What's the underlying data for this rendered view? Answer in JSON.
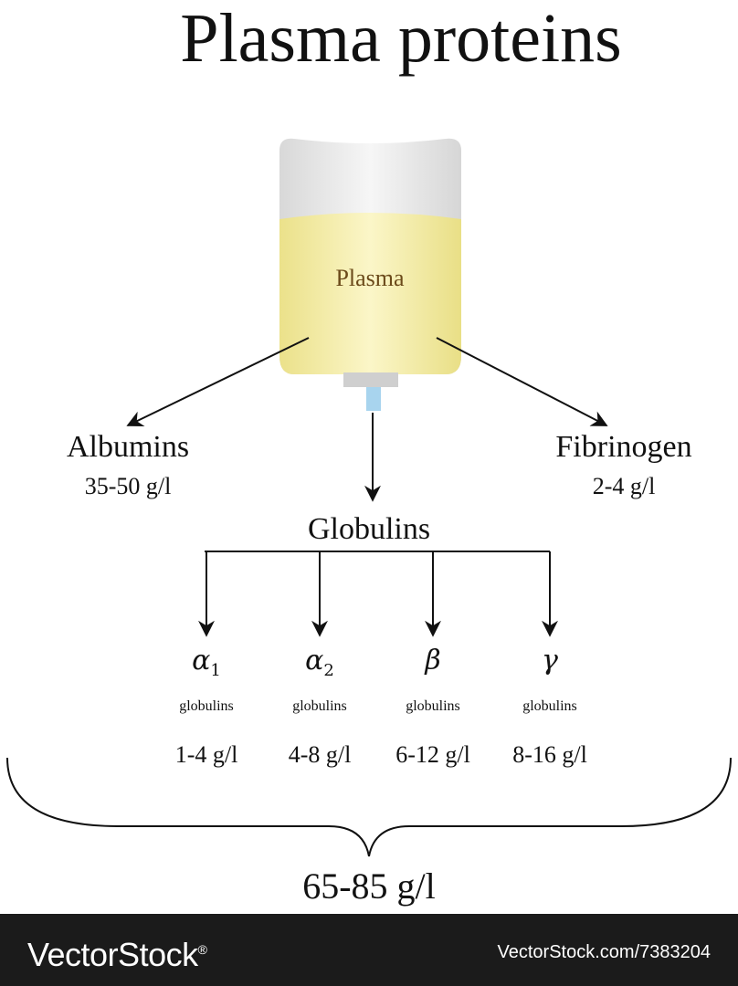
{
  "title": "Plasma proteins",
  "container_label": "Plasma",
  "colors": {
    "plasma_fill": "#f4ec9c",
    "bag": "#e6e6e6",
    "tube": "#a8d4ee",
    "text": "#111111",
    "plasma_text": "#6b4a1a",
    "footer_bg": "#1b1b1b"
  },
  "fractions": {
    "albumins": {
      "name": "Albumins",
      "range": "35-50 g/l"
    },
    "fibrinogen": {
      "name": "Fibrinogen",
      "range": "2-4 g/l"
    },
    "globulins": {
      "name": "Globulins"
    }
  },
  "globulin_subtypes": [
    {
      "symbol": "α",
      "subscript": "1",
      "label": "globulins",
      "range": "1-4 g/l"
    },
    {
      "symbol": "α",
      "subscript": "2",
      "label": "globulins",
      "range": "4-8 g/l"
    },
    {
      "symbol": "β",
      "subscript": "",
      "label": "globulins",
      "range": "6-12 g/l"
    },
    {
      "symbol": "γ",
      "subscript": "",
      "label": "globulins",
      "range": "8-16 g/l"
    }
  ],
  "total": "65-85 g/l",
  "footer": {
    "brand": "VectorStock",
    "brand_mark": "®",
    "stock_id": "VectorStock.com/7383204"
  }
}
